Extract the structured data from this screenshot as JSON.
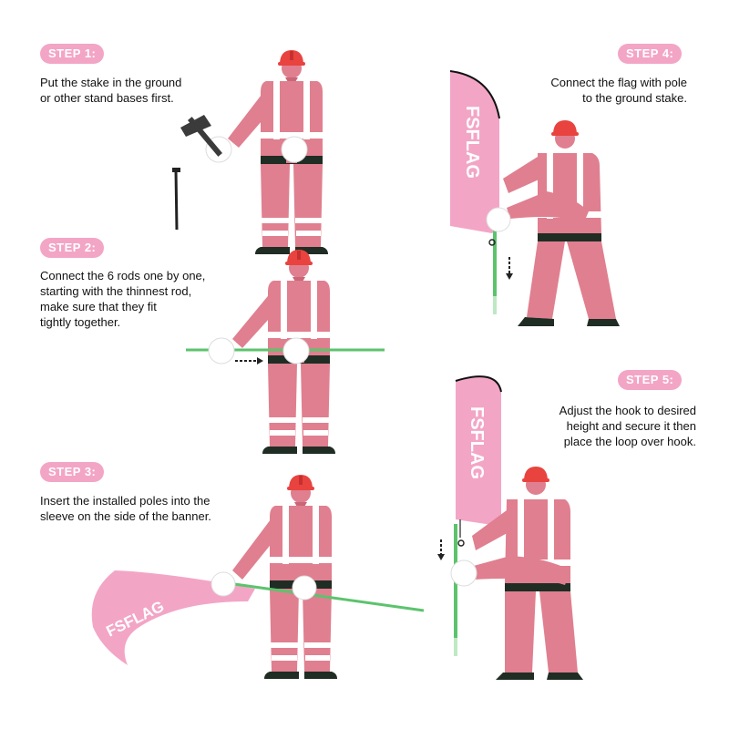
{
  "brand": "FSFLAG",
  "colors": {
    "badge": "#f3a5c6",
    "suit": "#e07f8f",
    "helmet": "#e8433f",
    "flag": "#f3a5c6",
    "pole": "#5cc36d",
    "boot": "#1f2d24",
    "reflective": "#ffffff"
  },
  "steps": [
    {
      "label": "STEP 1:",
      "text": [
        "Put the stake in the ground",
        "or other stand bases first."
      ]
    },
    {
      "label": "STEP 2:",
      "text": [
        "Connect the 6 rods one by one,",
        "starting with the thinnest rod,",
        "make sure that they fit",
        "tightly together."
      ]
    },
    {
      "label": "STEP 3:",
      "text": [
        "Insert the installed poles into the",
        "sleeve on the side of the banner."
      ]
    },
    {
      "label": "STEP 4:",
      "text": [
        "Connect the flag with pole",
        "to the ground stake."
      ]
    },
    {
      "label": "STEP 5:",
      "text": [
        "Adjust the hook to desired",
        "height and secure it then",
        "place the loop over hook."
      ]
    }
  ],
  "icons": [
    "hammer-icon",
    "ground-stake-icon",
    "arrow-right-icon",
    "arrow-down-icon",
    "hook-icon",
    "hard-hat-icon"
  ]
}
